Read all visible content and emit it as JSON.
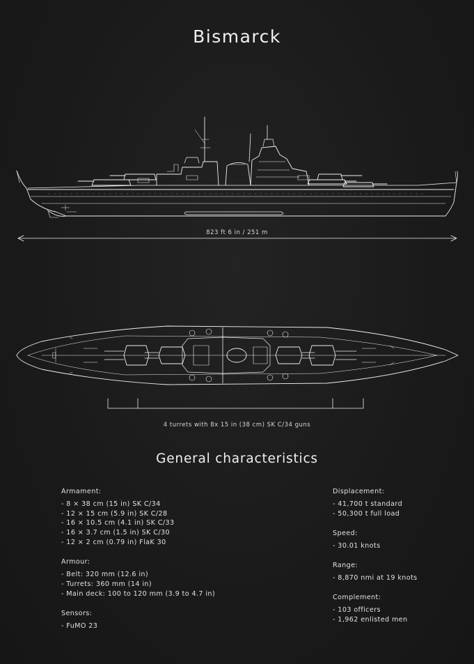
{
  "poster": {
    "title": "Bismarck",
    "length_caption": "823 ft 6 in / 251 m",
    "turrets_caption": "4 turrets with 8x 15 in (38 cm) SK C/34 guns",
    "section_title": "General characteristics"
  },
  "characteristics": {
    "left": [
      {
        "heading": "Armament:",
        "items": [
          "- 8 × 38 cm (15 in) SK C/34",
          "- 12 × 15 cm (5.9 in) SK C/28",
          "- 16 × 10.5 cm (4.1 in) SK C/33",
          "- 16 × 3.7 cm (1.5 in) SK C/30",
          "- 12 × 2 cm (0.79 in) FlaK 30"
        ]
      },
      {
        "heading": "Armour:",
        "items": [
          "- Belt: 320 mm (12.6 in)",
          "- Turrets: 360 mm (14 in)",
          "- Main deck: 100 to 120 mm (3.9 to 4.7 in)"
        ]
      },
      {
        "heading": "Sensors:",
        "items": [
          "- FuMO 23"
        ]
      }
    ],
    "right": [
      {
        "heading": "Displacement:",
        "items": [
          "- 41,700 t standard",
          "- 50,300 t full load"
        ]
      },
      {
        "heading": "Speed:",
        "items": [
          "- 30.01 knots"
        ]
      },
      {
        "heading": "Range:",
        "items": [
          "- 8,870 nmi at 19 knots"
        ]
      },
      {
        "heading": "Complement:",
        "items": [
          "- 103 officers",
          "- 1,962 enlisted men"
        ]
      }
    ]
  },
  "colors": {
    "background": "#1b1b1b",
    "line": "#f0f0f0",
    "text": "#e2e2e2"
  }
}
